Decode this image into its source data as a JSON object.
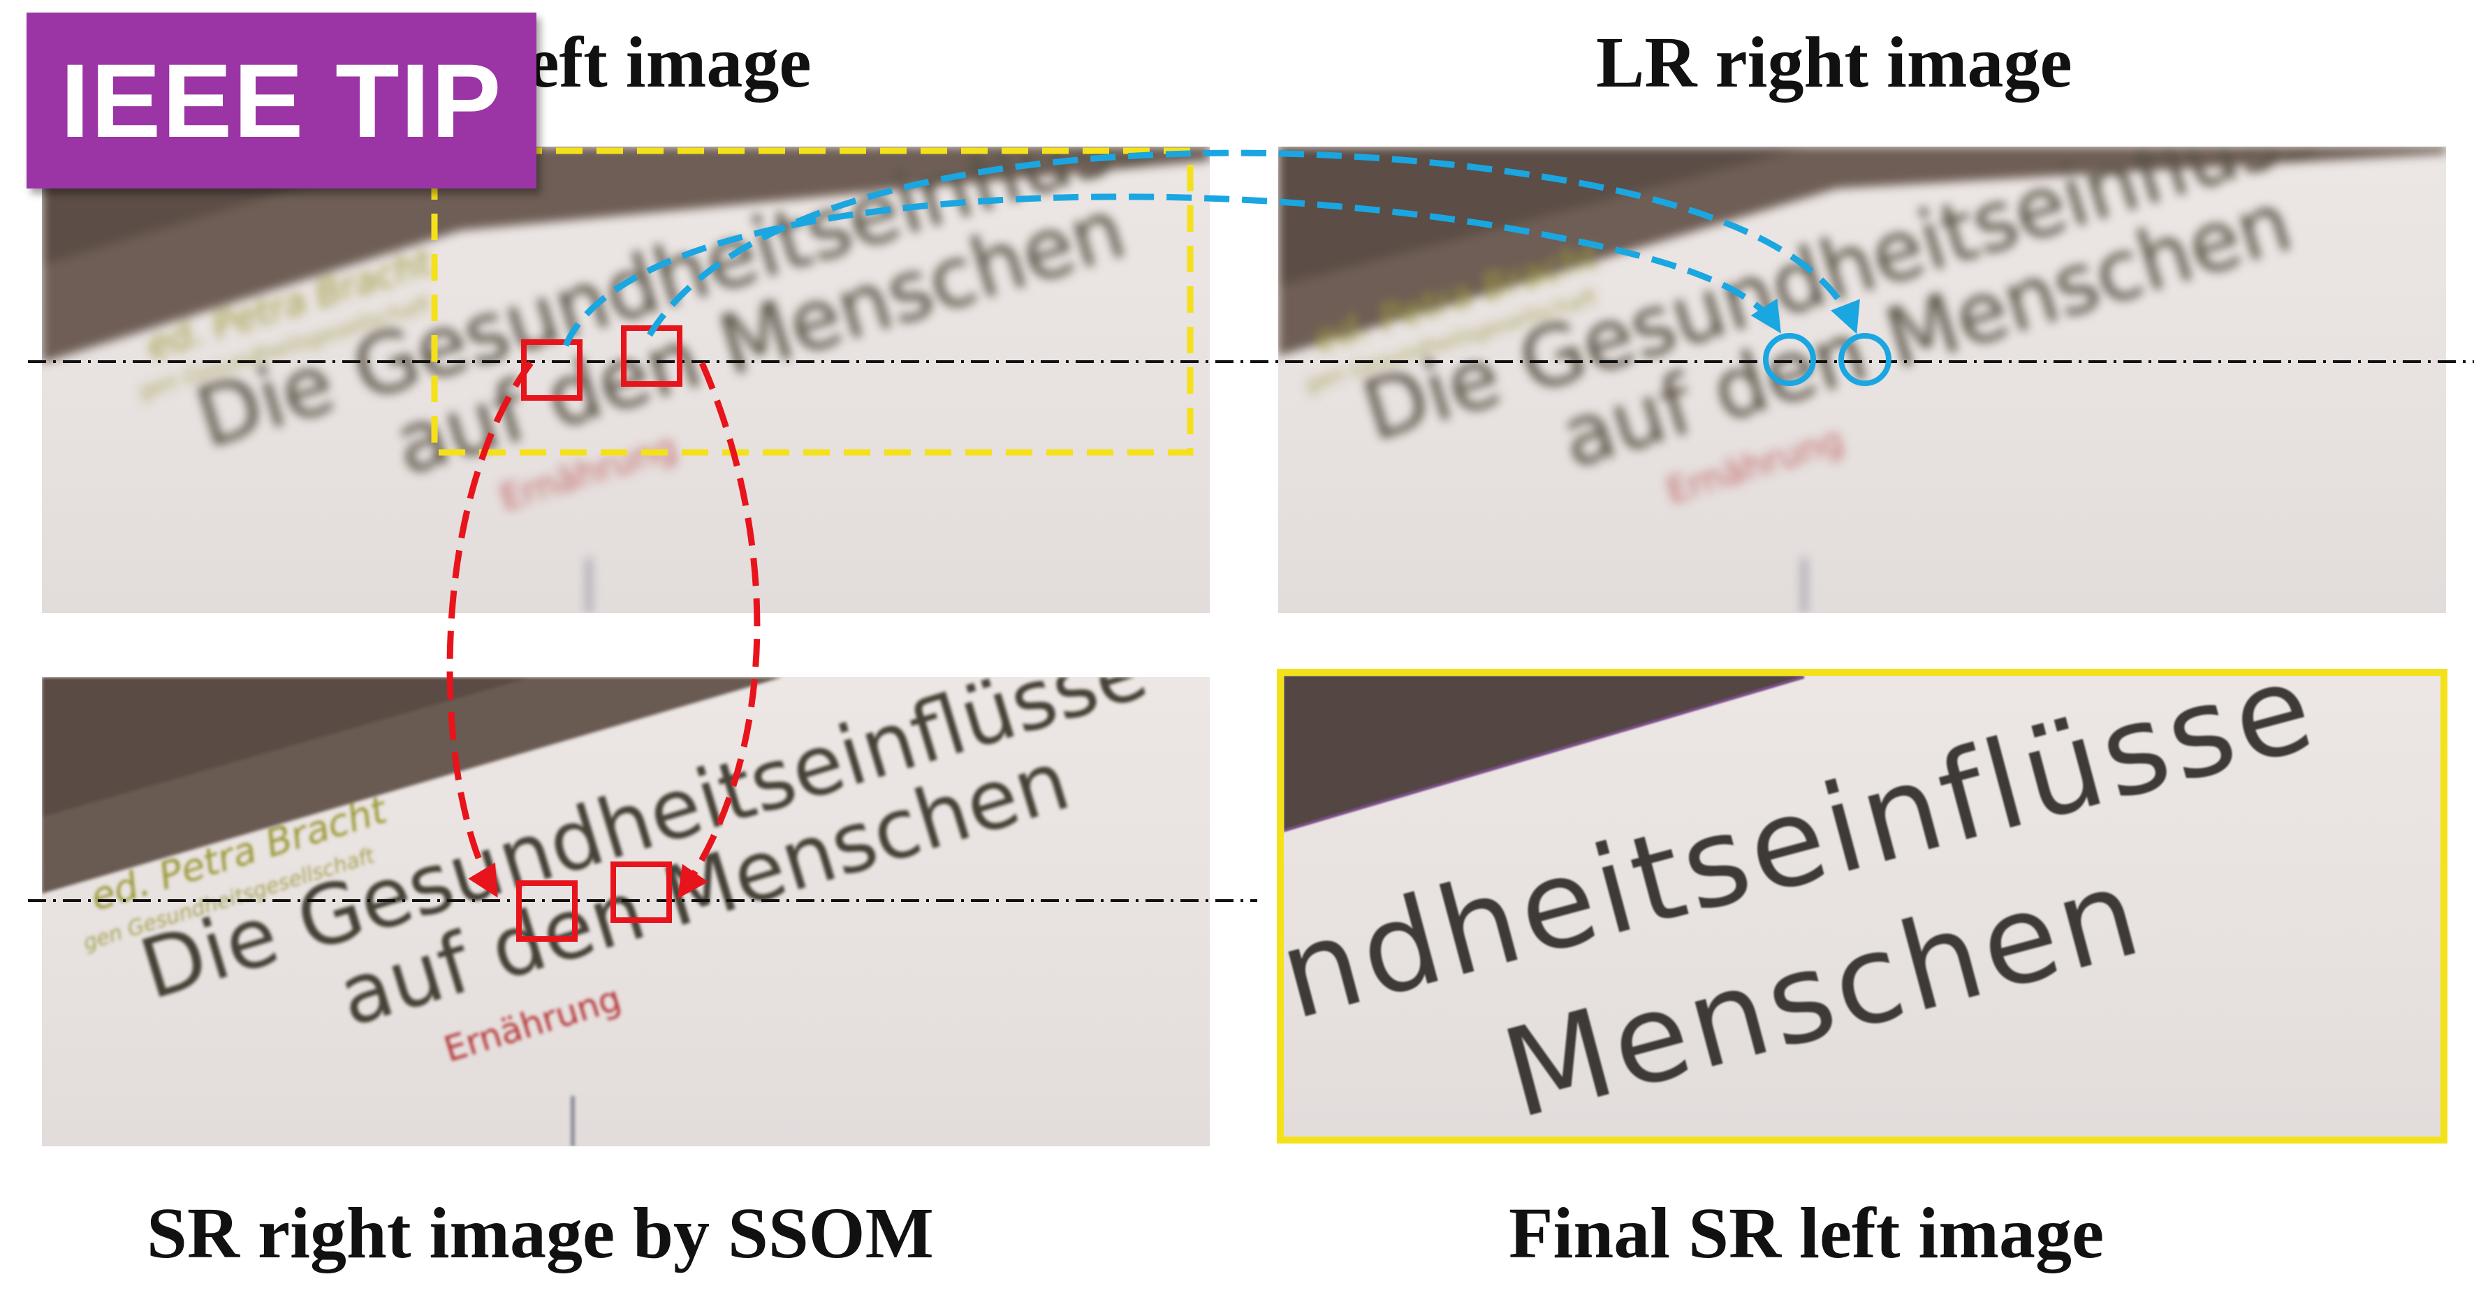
{
  "badge": {
    "label": "IEEE TIP",
    "color": "#9b35a5"
  },
  "captions": {
    "lr_left": "LR left image",
    "lr_right": "LR right image",
    "sr_right": "SR right image by SSOM",
    "final_sr_left": "Final SR left image"
  },
  "scene_text": {
    "line1": "Die Gesundheitseinflüsse",
    "line2": "auf den Menschen",
    "author": "ed. Petra Bracht",
    "subtitle": "gen Gesundheitsgesellschaft",
    "label_red": "Ernährung",
    "zoom_line1": "undheitseinflüsse",
    "zoom_line2": "Menschen"
  },
  "colors": {
    "left_match_boxes": "#e8141c",
    "right_match_circles": "#1aa6e0",
    "highlight_region": "#f5e11a",
    "epipolar_line": "#111111",
    "red_scene_text": "#b5393a",
    "olive_scene_text": "#9c9a3c",
    "dark_scene_text": "#474237"
  }
}
